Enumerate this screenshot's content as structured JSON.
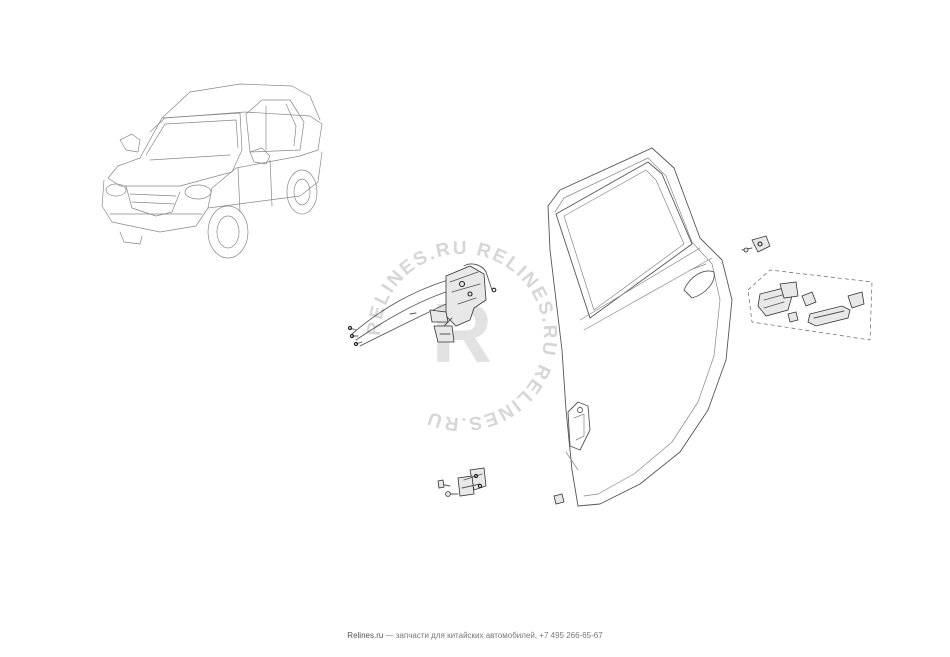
{
  "watermark": {
    "text": "RELINES.RU RELINES.RU RELINES.RU",
    "logo_letter": "R",
    "color": "#d6d6d6"
  },
  "footer": {
    "site": "Relines.ru",
    "tagline": " — запчасти для китайских автомобилей, +7 495 266-65-67"
  },
  "colors": {
    "line": "#555555",
    "background": "#ffffff"
  }
}
